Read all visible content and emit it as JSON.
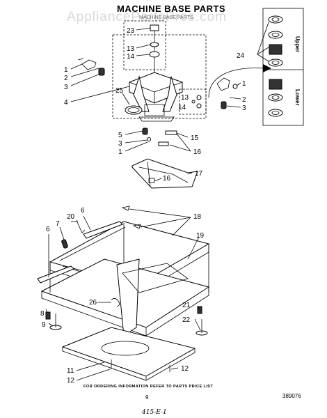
{
  "title": "MACHINE BASE PARTS",
  "watermark": "AppliancePartsPros.com",
  "subtitle": "MACHINE BASE PARTS",
  "callouts": {
    "c1a": "1",
    "c2a": "2",
    "c3a": "3",
    "c4": "4",
    "c25": "25",
    "c23": "23",
    "c13a": "13",
    "c14a": "14",
    "c24": "24",
    "c13b": "13",
    "c14b": "14",
    "c1b": "1",
    "c2b": "2",
    "c3b": "3",
    "c5": "5",
    "c3c": "3",
    "c1c": "1",
    "c15": "15",
    "c16a": "16",
    "c17": "17",
    "c16b": "16",
    "c18": "18",
    "c20": "20",
    "c6a": "6",
    "c7": "7",
    "c6b": "6",
    "c19": "19",
    "c26": "26",
    "c8": "8",
    "c9": "9",
    "c21": "21",
    "c22": "22",
    "c11": "11",
    "c12a": "12",
    "c12b": "12"
  },
  "inset": {
    "upper": "Upper",
    "lower": "Lower"
  },
  "footer": "FOR ORDERING INFORMATION REFER TO PARTS PRICE LIST",
  "page_number": "9",
  "doc_number": "389076",
  "handwritten": "415-E-1"
}
